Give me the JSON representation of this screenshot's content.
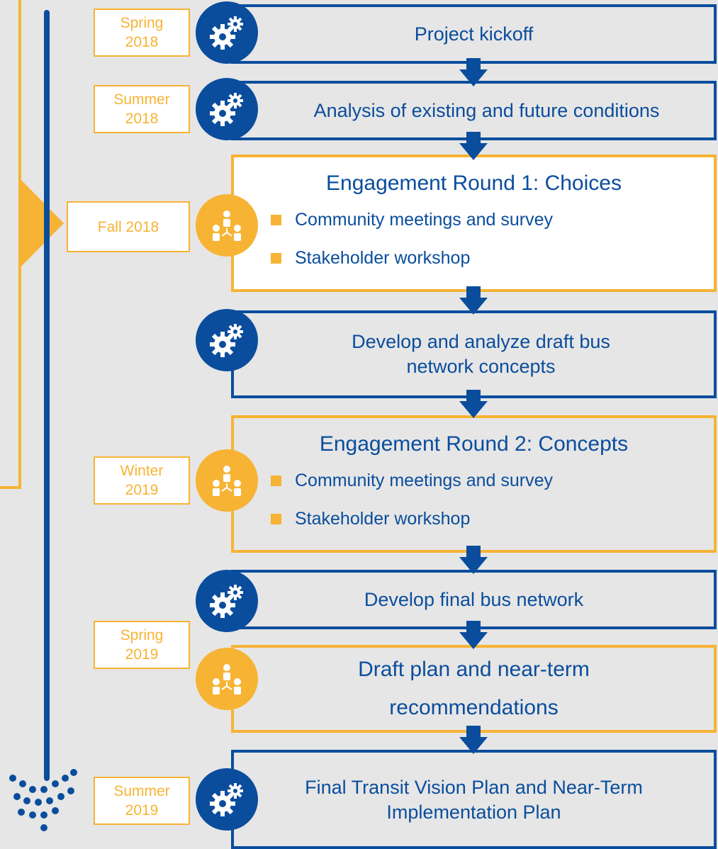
{
  "colors": {
    "blue": "#0a4d9d",
    "yellow": "#f7b334",
    "background": "#e6e6e6"
  },
  "steps": [
    {
      "date": "Spring\n2018",
      "type": "process",
      "text": "Project kickoff",
      "icon": "gears-icon"
    },
    {
      "date": "Summer\n2018",
      "type": "process",
      "text": "Analysis of existing and future conditions",
      "icon": "gears-icon"
    },
    {
      "date": "Fall 2018",
      "type": "engagement",
      "title": "Engagement Round 1: Choices",
      "bullets": [
        "Community meetings and survey",
        "Stakeholder workshop"
      ],
      "icon": "people-network-icon"
    },
    {
      "date": "",
      "type": "process",
      "text": "Develop and analyze draft bus network concepts",
      "icon": "gears-icon"
    },
    {
      "date": "Winter\n2019",
      "type": "engagement",
      "title": "Engagement Round 2: Concepts",
      "bullets": [
        "Community meetings and survey",
        "Stakeholder workshop"
      ],
      "icon": "people-network-icon"
    },
    {
      "date": "",
      "type": "process",
      "text": "Develop final bus network",
      "icon": "gears-icon"
    },
    {
      "date": "Spring\n2019",
      "type": "engagement",
      "text": "Draft plan and near-term recommendations",
      "icon": "people-network-icon"
    },
    {
      "date": "Summer\n2019",
      "type": "process",
      "text": "Final Transit Vision Plan and Near-Term Implementation Plan",
      "icon": "gears-icon"
    }
  ]
}
